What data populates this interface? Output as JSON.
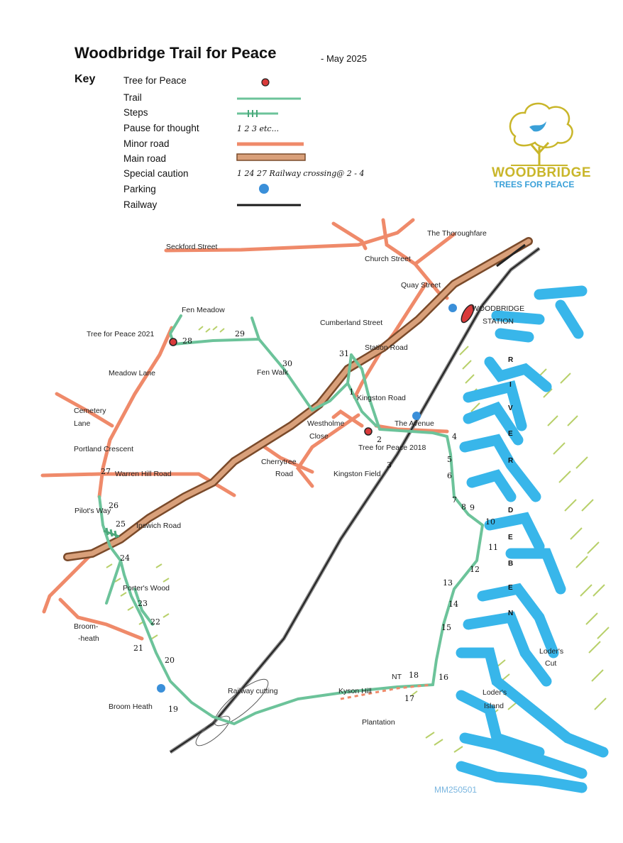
{
  "title": "Woodbridge Trail for Peace",
  "date": "- May 2025",
  "key": {
    "heading": "Key",
    "items": [
      {
        "label": "Tree for Peace",
        "symbol": "tree-dot-icon"
      },
      {
        "label": "Trail",
        "symbol": "green-line"
      },
      {
        "label": "Steps",
        "symbol": "green-hatched-line"
      },
      {
        "label": "Pause for thought",
        "symbol_text": "1 2 3 etc..."
      },
      {
        "label": "Minor road",
        "symbol": "orange-line"
      },
      {
        "label": "Main road",
        "symbol": "brown-thick-line"
      },
      {
        "label": "Special caution",
        "symbol_text": "1  24  27  Railway crossing@ 2 - 4"
      },
      {
        "label": "Parking",
        "symbol": "blue-dot-icon"
      },
      {
        "label": "Railway",
        "symbol": "black-line"
      }
    ]
  },
  "logo": {
    "line1": "WOODBRIDGE",
    "line2": "TREES FOR PEACE",
    "icon": "tree-dove-logo-icon"
  },
  "colors": {
    "trail": "#6cc39a",
    "minor_road": "#ef8a6a",
    "main_road": "#a67c5f",
    "railway": "#1a1a1a",
    "river": "#38b6ea",
    "parking": "#3a8fd9",
    "tree": "#d93a3a",
    "vegetation": "#b8d06a"
  },
  "labels": {
    "seckford_street": "Seckford Street",
    "thoroughfare": "The Thoroughfare",
    "church_street": "Church Street",
    "quay_street": "Quay Street",
    "woodbridge_station_1": "WOODBRIDGE",
    "woodbridge_station_2": "STATION",
    "fen_meadow": "Fen Meadow",
    "tree_2021": "Tree for Peace 2021",
    "cumberland_street": "Cumberland Street",
    "station_road": "Station Road",
    "meadow_lane": "Meadow Lane",
    "fen_walk": "Fen Walk",
    "kingston_road": "Kingston Road",
    "cemetery_1": "Cemetery",
    "cemetery_2": "Lane",
    "westholme_1": "Westholme",
    "westholme_2": "Close",
    "the_avenue": "The Avenue",
    "tree_2018": "Tree for Peace 2018",
    "portland_crescent": "Portland Crescent",
    "cherrytree_1": "Cherrytree",
    "cherrytree_2": "Road",
    "kingston_field": "Kingston Field",
    "warren_hill_road": "Warren Hill Road",
    "pilots_way": "Pilot's Way",
    "ipswich_road": "Ipswich Road",
    "porters_wood": "Porter's Wood",
    "broomheath_1": "Broom-",
    "broomheath_2": "-heath",
    "broom_heath": "Broom Heath",
    "railway_cutting": "Railway cutting",
    "kyson_hill": "Kyson Hill",
    "nt": "NT",
    "plantation": "Plantation",
    "loders_cut_1": "Loder's",
    "loders_cut_2": "Cut",
    "loders_island_1": "Loder's",
    "loders_island_2": "Island"
  },
  "river_letters": [
    "R",
    "I",
    "V",
    "E",
    "R",
    "D",
    "E",
    "B",
    "E",
    "N"
  ],
  "pause_points": [
    "1",
    "2",
    "3",
    "4",
    "5",
    "6",
    "7",
    "8",
    "9",
    "10",
    "11",
    "12",
    "13",
    "14",
    "15",
    "16",
    "17",
    "18",
    "19",
    "20",
    "21",
    "22",
    "23",
    "24",
    "25",
    "26",
    "27",
    "28",
    "29",
    "30",
    "31"
  ],
  "map_ref": "MM250501"
}
